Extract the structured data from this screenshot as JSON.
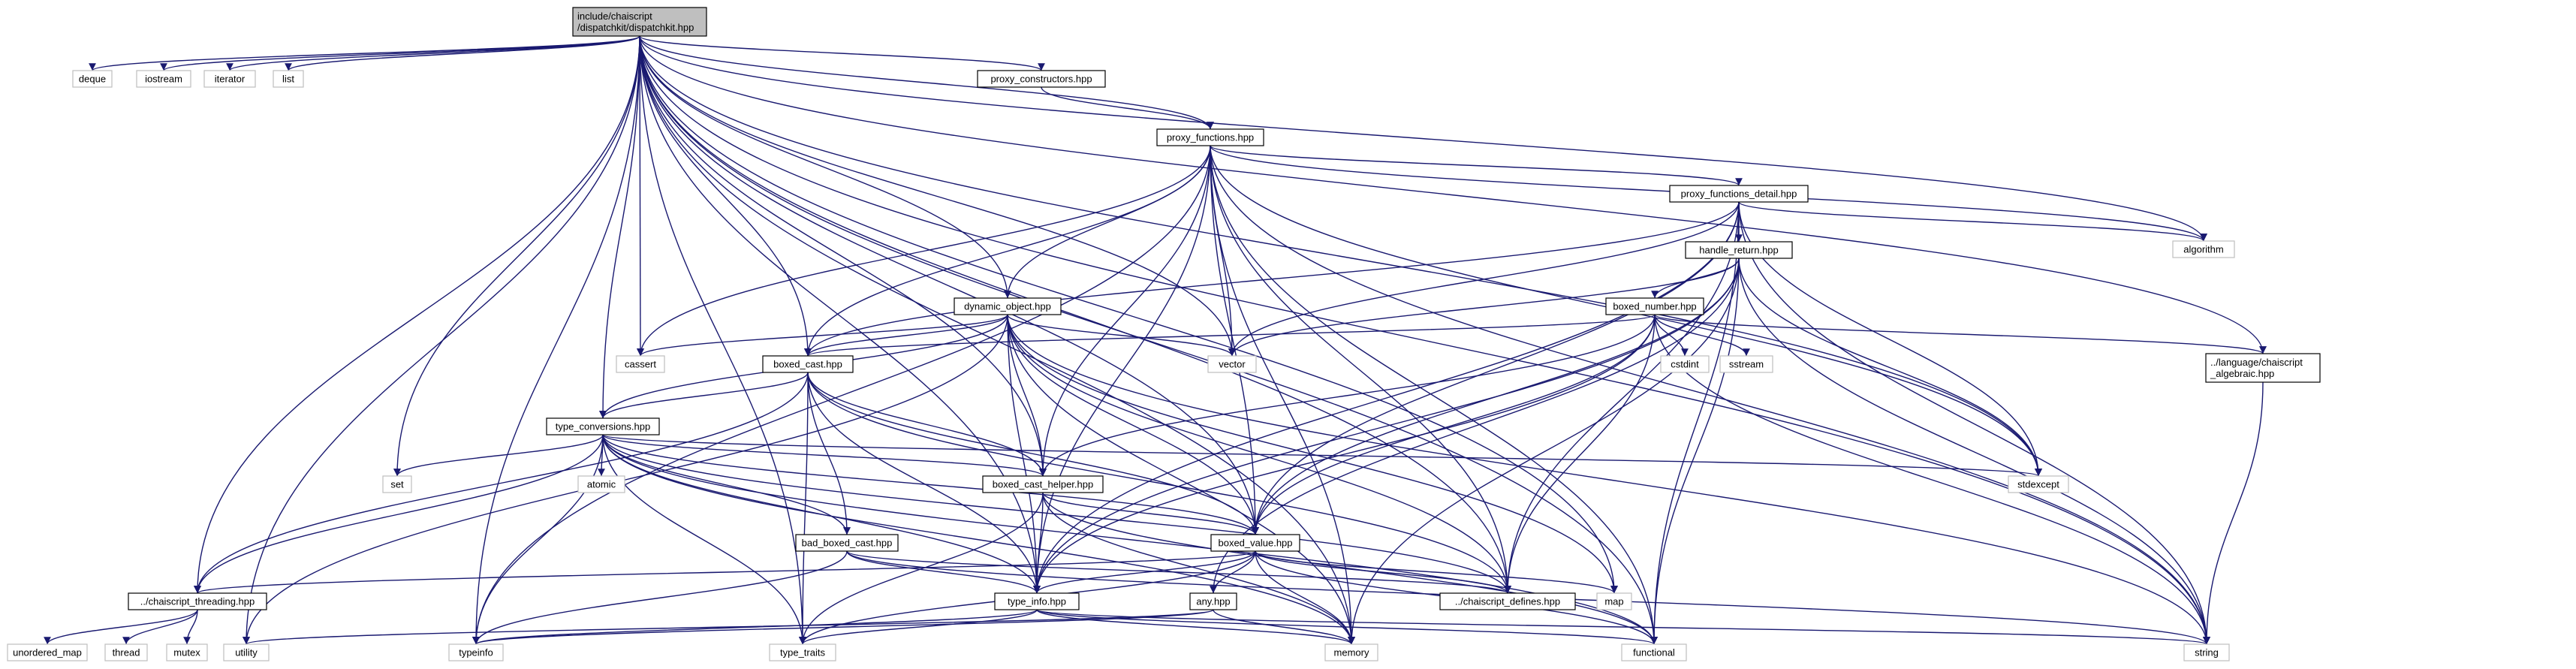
{
  "diagram": {
    "nodes": [
      {
        "id": "root",
        "kind": "root",
        "lines": [
          "include/chaiscript",
          "/dispatchkit/dispatchkit.hpp"
        ]
      },
      {
        "id": "deque",
        "kind": "sys",
        "lines": [
          "deque"
        ]
      },
      {
        "id": "iostream",
        "kind": "sys",
        "lines": [
          "iostream"
        ]
      },
      {
        "id": "iterator",
        "kind": "sys",
        "lines": [
          "iterator"
        ]
      },
      {
        "id": "list",
        "kind": "sys",
        "lines": [
          "list"
        ]
      },
      {
        "id": "proxy_constructors",
        "kind": "local",
        "lines": [
          "proxy_constructors.hpp"
        ]
      },
      {
        "id": "proxy_functions",
        "kind": "local",
        "lines": [
          "proxy_functions.hpp"
        ]
      },
      {
        "id": "proxy_functions_detail",
        "kind": "local",
        "lines": [
          "proxy_functions_detail.hpp"
        ]
      },
      {
        "id": "algorithm",
        "kind": "sys",
        "lines": [
          "algorithm"
        ]
      },
      {
        "id": "handle_return",
        "kind": "local",
        "lines": [
          "handle_return.hpp"
        ]
      },
      {
        "id": "dynamic_object",
        "kind": "local",
        "lines": [
          "dynamic_object.hpp"
        ]
      },
      {
        "id": "boxed_number",
        "kind": "local",
        "lines": [
          "boxed_number.hpp"
        ]
      },
      {
        "id": "cassert",
        "kind": "sys",
        "lines": [
          "cassert"
        ]
      },
      {
        "id": "vector",
        "kind": "sys",
        "lines": [
          "vector"
        ]
      },
      {
        "id": "cstdint",
        "kind": "sys",
        "lines": [
          "cstdint"
        ]
      },
      {
        "id": "sstream",
        "kind": "sys",
        "lines": [
          "sstream"
        ]
      },
      {
        "id": "algebraic",
        "kind": "local",
        "lines": [
          "../language/chaiscript",
          "_algebraic.hpp"
        ]
      },
      {
        "id": "boxed_cast",
        "kind": "local",
        "lines": [
          "boxed_cast.hpp"
        ]
      },
      {
        "id": "type_conversions",
        "kind": "local",
        "lines": [
          "type_conversions.hpp"
        ]
      },
      {
        "id": "set",
        "kind": "sys",
        "lines": [
          "set"
        ]
      },
      {
        "id": "atomic",
        "kind": "sys",
        "lines": [
          "atomic"
        ]
      },
      {
        "id": "boxed_cast_helper",
        "kind": "local",
        "lines": [
          "boxed_cast_helper.hpp"
        ]
      },
      {
        "id": "stdexcept",
        "kind": "sys",
        "lines": [
          "stdexcept"
        ]
      },
      {
        "id": "bad_boxed_cast",
        "kind": "local",
        "lines": [
          "bad_boxed_cast.hpp"
        ]
      },
      {
        "id": "boxed_value",
        "kind": "local",
        "lines": [
          "boxed_value.hpp"
        ]
      },
      {
        "id": "threading",
        "kind": "local",
        "lines": [
          "../chaiscript_threading.hpp"
        ]
      },
      {
        "id": "type_info",
        "kind": "local",
        "lines": [
          "type_info.hpp"
        ]
      },
      {
        "id": "any",
        "kind": "local",
        "lines": [
          "any.hpp"
        ]
      },
      {
        "id": "defines",
        "kind": "local",
        "lines": [
          "../chaiscript_defines.hpp"
        ]
      },
      {
        "id": "map",
        "kind": "sys",
        "lines": [
          "map"
        ]
      },
      {
        "id": "unordered_map",
        "kind": "sys",
        "lines": [
          "unordered_map"
        ]
      },
      {
        "id": "thread",
        "kind": "sys",
        "lines": [
          "thread"
        ]
      },
      {
        "id": "mutex",
        "kind": "sys",
        "lines": [
          "mutex"
        ]
      },
      {
        "id": "utility",
        "kind": "sys",
        "lines": [
          "utility"
        ]
      },
      {
        "id": "typeinfo",
        "kind": "sys",
        "lines": [
          "typeinfo"
        ]
      },
      {
        "id": "type_traits",
        "kind": "sys",
        "lines": [
          "type_traits"
        ]
      },
      {
        "id": "memory",
        "kind": "sys",
        "lines": [
          "memory"
        ]
      },
      {
        "id": "functional",
        "kind": "sys",
        "lines": [
          "functional"
        ]
      },
      {
        "id": "string",
        "kind": "sys",
        "lines": [
          "string"
        ]
      }
    ],
    "edges": [
      [
        "root",
        "deque"
      ],
      [
        "root",
        "iostream"
      ],
      [
        "root",
        "iterator"
      ],
      [
        "root",
        "list"
      ],
      [
        "root",
        "proxy_constructors"
      ],
      [
        "root",
        "proxy_functions"
      ],
      [
        "root",
        "algorithm"
      ],
      [
        "root",
        "cassert"
      ],
      [
        "root",
        "vector"
      ],
      [
        "root",
        "set"
      ],
      [
        "root",
        "stdexcept"
      ],
      [
        "root",
        "map"
      ],
      [
        "root",
        "string"
      ],
      [
        "root",
        "memory"
      ],
      [
        "root",
        "functional"
      ],
      [
        "root",
        "utility"
      ],
      [
        "root",
        "typeinfo"
      ],
      [
        "root",
        "type_traits"
      ],
      [
        "root",
        "boxed_cast"
      ],
      [
        "root",
        "boxed_value"
      ],
      [
        "root",
        "type_info"
      ],
      [
        "root",
        "dynamic_object"
      ],
      [
        "root",
        "type_conversions"
      ],
      [
        "root",
        "threading"
      ],
      [
        "root",
        "boxed_cast_helper"
      ],
      [
        "root",
        "algebraic"
      ],
      [
        "root",
        "defines"
      ],
      [
        "proxy_constructors",
        "proxy_functions"
      ],
      [
        "proxy_functions",
        "proxy_functions_detail"
      ],
      [
        "proxy_functions",
        "dynamic_object"
      ],
      [
        "proxy_functions",
        "boxed_cast"
      ],
      [
        "proxy_functions",
        "boxed_value"
      ],
      [
        "proxy_functions",
        "type_info"
      ],
      [
        "proxy_functions",
        "algorithm"
      ],
      [
        "proxy_functions",
        "vector"
      ],
      [
        "proxy_functions",
        "cassert"
      ],
      [
        "proxy_functions",
        "stdexcept"
      ],
      [
        "proxy_functions",
        "string"
      ],
      [
        "proxy_functions",
        "memory"
      ],
      [
        "proxy_functions",
        "functional"
      ],
      [
        "proxy_functions",
        "typeinfo"
      ],
      [
        "proxy_functions",
        "defines"
      ],
      [
        "proxy_functions",
        "boxed_cast_helper"
      ],
      [
        "proxy_functions_detail",
        "handle_return"
      ],
      [
        "proxy_functions_detail",
        "algorithm"
      ],
      [
        "proxy_functions_detail",
        "boxed_value"
      ],
      [
        "proxy_functions_detail",
        "type_info"
      ],
      [
        "proxy_functions_detail",
        "stdexcept"
      ],
      [
        "proxy_functions_detail",
        "string"
      ],
      [
        "proxy_functions_detail",
        "vector"
      ],
      [
        "proxy_functions_detail",
        "functional"
      ],
      [
        "proxy_functions_detail",
        "defines"
      ],
      [
        "proxy_functions_detail",
        "boxed_cast"
      ],
      [
        "handle_return",
        "boxed_number"
      ],
      [
        "handle_return",
        "boxed_value"
      ],
      [
        "handle_return",
        "type_info"
      ],
      [
        "handle_return",
        "stdexcept"
      ],
      [
        "handle_return",
        "vector"
      ],
      [
        "handle_return",
        "memory"
      ],
      [
        "handle_return",
        "functional"
      ],
      [
        "handle_return",
        "string"
      ],
      [
        "handle_return",
        "any"
      ],
      [
        "boxed_number",
        "cstdint"
      ],
      [
        "boxed_number",
        "sstream"
      ],
      [
        "boxed_number",
        "algebraic"
      ],
      [
        "boxed_number",
        "boxed_cast"
      ],
      [
        "boxed_number",
        "boxed_value"
      ],
      [
        "boxed_number",
        "string"
      ],
      [
        "boxed_number",
        "type_info"
      ],
      [
        "boxed_number",
        "boxed_cast_helper"
      ],
      [
        "boxed_number",
        "defines"
      ],
      [
        "algebraic",
        "string"
      ],
      [
        "dynamic_object",
        "boxed_cast"
      ],
      [
        "dynamic_object",
        "boxed_value"
      ],
      [
        "dynamic_object",
        "type_info"
      ],
      [
        "dynamic_object",
        "cassert"
      ],
      [
        "dynamic_object",
        "vector"
      ],
      [
        "dynamic_object",
        "map"
      ],
      [
        "dynamic_object",
        "memory"
      ],
      [
        "dynamic_object",
        "string"
      ],
      [
        "dynamic_object",
        "utility"
      ],
      [
        "dynamic_object",
        "defines"
      ],
      [
        "dynamic_object",
        "boxed_cast_helper"
      ],
      [
        "dynamic_object",
        "type_conversions"
      ],
      [
        "boxed_cast",
        "type_conversions"
      ],
      [
        "boxed_cast",
        "bad_boxed_cast"
      ],
      [
        "boxed_cast",
        "boxed_cast_helper"
      ],
      [
        "boxed_cast",
        "boxed_value"
      ],
      [
        "boxed_cast",
        "type_info"
      ],
      [
        "boxed_cast",
        "threading"
      ],
      [
        "boxed_cast",
        "type_traits"
      ],
      [
        "boxed_cast",
        "defines"
      ],
      [
        "type_conversions",
        "set"
      ],
      [
        "type_conversions",
        "atomic"
      ],
      [
        "type_conversions",
        "stdexcept"
      ],
      [
        "type_conversions",
        "bad_boxed_cast"
      ],
      [
        "type_conversions",
        "boxed_cast_helper"
      ],
      [
        "type_conversions",
        "boxed_value"
      ],
      [
        "type_conversions",
        "threading"
      ],
      [
        "type_conversions",
        "type_info"
      ],
      [
        "type_conversions",
        "typeinfo"
      ],
      [
        "type_conversions",
        "type_traits"
      ],
      [
        "type_conversions",
        "memory"
      ],
      [
        "type_conversions",
        "functional"
      ],
      [
        "type_conversions",
        "defines"
      ],
      [
        "boxed_cast_helper",
        "boxed_value"
      ],
      [
        "boxed_cast_helper",
        "type_info"
      ],
      [
        "boxed_cast_helper",
        "type_traits"
      ],
      [
        "boxed_cast_helper",
        "memory"
      ],
      [
        "boxed_cast_helper",
        "functional"
      ],
      [
        "bad_boxed_cast",
        "type_info"
      ],
      [
        "bad_boxed_cast",
        "typeinfo"
      ],
      [
        "bad_boxed_cast",
        "string"
      ],
      [
        "bad_boxed_cast",
        "defines"
      ],
      [
        "boxed_value",
        "type_info"
      ],
      [
        "boxed_value",
        "any"
      ],
      [
        "boxed_value",
        "defines"
      ],
      [
        "boxed_value",
        "map"
      ],
      [
        "boxed_value",
        "memory"
      ],
      [
        "boxed_value",
        "type_traits"
      ],
      [
        "boxed_value",
        "functional"
      ],
      [
        "boxed_value",
        "threading"
      ],
      [
        "threading",
        "unordered_map"
      ],
      [
        "threading",
        "thread"
      ],
      [
        "threading",
        "mutex"
      ],
      [
        "type_info",
        "type_traits"
      ],
      [
        "type_info",
        "typeinfo"
      ],
      [
        "type_info",
        "memory"
      ],
      [
        "type_info",
        "string"
      ],
      [
        "type_info",
        "functional"
      ],
      [
        "any",
        "utility"
      ],
      [
        "any",
        "typeinfo"
      ],
      [
        "any",
        "memory"
      ]
    ]
  }
}
